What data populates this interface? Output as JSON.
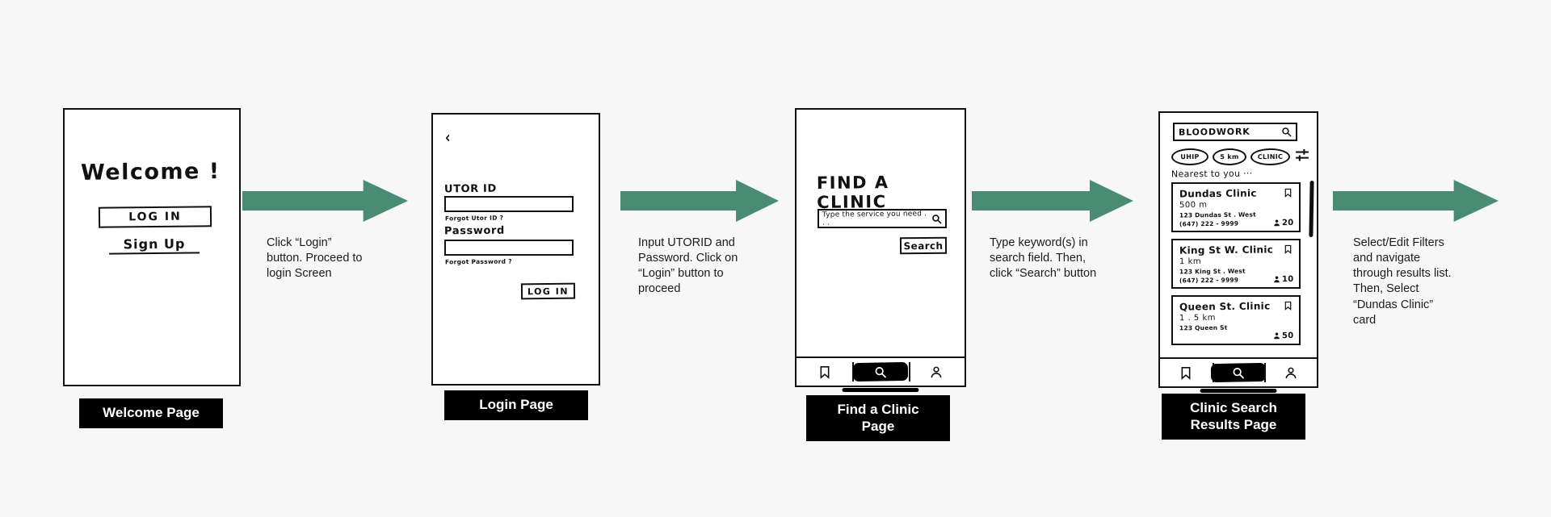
{
  "flow": {
    "screens": [
      {
        "id": "welcome",
        "label": "Welcome Page",
        "title": "Welcome !",
        "login_button": "LOG  IN",
        "signup_link": "Sign Up"
      },
      {
        "id": "login",
        "label": "Login Page",
        "back_icon": "‹",
        "utorid_label": "UTOR ID",
        "utorid_value": "",
        "utorid_hint": "Forgot  Utor ID ?",
        "password_label": "Password",
        "password_value": "",
        "password_hint": "Forgot  Password ?",
        "login_button": "LOG  IN"
      },
      {
        "id": "find-clinic",
        "label": "Find a Clinic\nPage",
        "title": "FIND A CLINIC",
        "search_placeholder": "Type the service you need . . .",
        "search_value": "",
        "search_button": "Search",
        "nav": [
          {
            "icon": "bookmark-icon",
            "active": false
          },
          {
            "icon": "search-icon",
            "active": true
          },
          {
            "icon": "profile-icon",
            "active": false
          }
        ]
      },
      {
        "id": "results",
        "label": "Clinic Search\nResults Page",
        "search_value": "BLOODWORK",
        "filters": [
          "UHIP",
          "5 km",
          "CLINIC"
        ],
        "filter_icon": "sliders-icon",
        "section_heading": "Nearest to you ···",
        "cards": [
          {
            "name": "Dundas Clinic",
            "distance": "500 m",
            "address": "123  Dundas  St . West",
            "phone": "(647) 222 - 9999",
            "waiting": "20"
          },
          {
            "name": "King St W. Clinic",
            "distance": "1 km",
            "address": "123  King  St . West",
            "phone": "(647) 222 - 9999",
            "waiting": "10"
          },
          {
            "name": "Queen St. Clinic",
            "distance": "1 . 5 km",
            "address": "123  Queen  St",
            "phone": "",
            "waiting": "50"
          }
        ],
        "nav": [
          {
            "icon": "bookmark-icon",
            "active": false
          },
          {
            "icon": "search-icon",
            "active": true
          },
          {
            "icon": "profile-icon",
            "active": false
          }
        ]
      }
    ],
    "captions": [
      "Click “Login”\nbutton. Proceed to\nlogin Screen",
      "Input UTORID and\nPassword. Click on\n“Login” button to\nproceed",
      "Type keyword(s) in\nsearch field. Then,\nclick “Search” button",
      "Select/Edit Filters\nand navigate\nthrough results list.\nThen, Select\n“Dundas Clinic”\ncard"
    ],
    "colors": {
      "arrow": "#4a8c73",
      "background": "#f7f7f7",
      "ink": "#111111",
      "label_bg": "#000000",
      "label_text": "#ffffff"
    }
  }
}
